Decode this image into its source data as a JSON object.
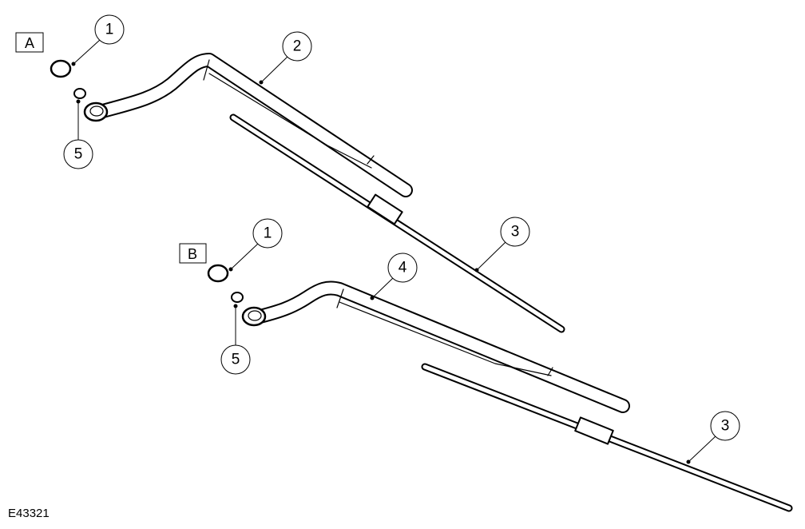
{
  "figure_id": "E43321",
  "views": [
    {
      "label": "A",
      "callouts": [
        {
          "number": "1"
        },
        {
          "number": "2"
        },
        {
          "number": "5"
        },
        {
          "number": "3"
        }
      ]
    },
    {
      "label": "B",
      "callouts": [
        {
          "number": "1"
        },
        {
          "number": "4"
        },
        {
          "number": "5"
        },
        {
          "number": "3"
        }
      ]
    }
  ]
}
